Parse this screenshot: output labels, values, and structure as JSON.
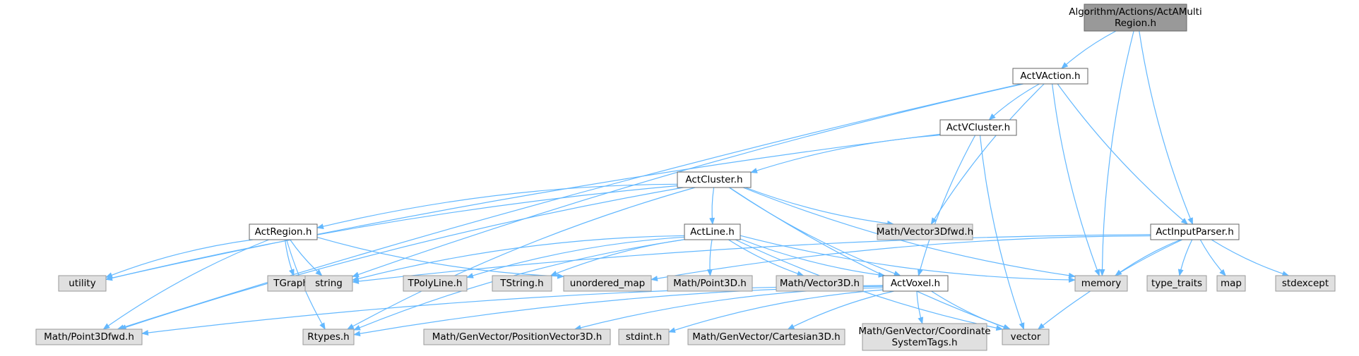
{
  "diagram": {
    "type": "include-dependency-graph",
    "edge_color": "#63b8ff",
    "styles": {
      "root": {
        "fill": "#999999",
        "stroke": "#666666"
      },
      "local": {
        "fill": "#ffffff",
        "stroke": "#666666"
      },
      "external": {
        "fill": "#e0e0e0",
        "stroke": "#999999"
      }
    },
    "nodes": [
      {
        "id": "root",
        "style": "root",
        "lines": [
          "Algorithm/Actions/ActAMulti",
          "Region.h"
        ]
      },
      {
        "id": "actvaction",
        "style": "local",
        "lines": [
          "ActVAction.h"
        ]
      },
      {
        "id": "actvcluster",
        "style": "local",
        "lines": [
          "ActVCluster.h"
        ]
      },
      {
        "id": "actcluster",
        "style": "local",
        "lines": [
          "ActCluster.h"
        ]
      },
      {
        "id": "actregion",
        "style": "local",
        "lines": [
          "ActRegion.h"
        ]
      },
      {
        "id": "actline",
        "style": "local",
        "lines": [
          "ActLine.h"
        ]
      },
      {
        "id": "actinputparser",
        "style": "local",
        "lines": [
          "ActInputParser.h"
        ]
      },
      {
        "id": "actvoxel",
        "style": "local",
        "lines": [
          "ActVoxel.h"
        ]
      },
      {
        "id": "mathvec3fwd",
        "style": "external",
        "lines": [
          "Math/Vector3Dfwd.h"
        ]
      },
      {
        "id": "utility",
        "style": "external",
        "lines": [
          "utility"
        ]
      },
      {
        "id": "tgraph",
        "style": "external",
        "lines": [
          "TGraph.h"
        ]
      },
      {
        "id": "string",
        "style": "external",
        "lines": [
          "string"
        ]
      },
      {
        "id": "tpolyline",
        "style": "external",
        "lines": [
          "TPolyLine.h"
        ]
      },
      {
        "id": "tstring",
        "style": "external",
        "lines": [
          "TString.h"
        ]
      },
      {
        "id": "unordered_map",
        "style": "external",
        "lines": [
          "unordered_map"
        ]
      },
      {
        "id": "mathpoint3d",
        "style": "external",
        "lines": [
          "Math/Point3D.h"
        ]
      },
      {
        "id": "mathvector3d",
        "style": "external",
        "lines": [
          "Math/Vector3D.h"
        ]
      },
      {
        "id": "memory",
        "style": "external",
        "lines": [
          "memory"
        ]
      },
      {
        "id": "type_traits",
        "style": "external",
        "lines": [
          "type_traits"
        ]
      },
      {
        "id": "map",
        "style": "external",
        "lines": [
          "map"
        ]
      },
      {
        "id": "stdexcept",
        "style": "external",
        "lines": [
          "stdexcept"
        ]
      },
      {
        "id": "mathpoint3dfwd",
        "style": "external",
        "lines": [
          "Math/Point3Dfwd.h"
        ]
      },
      {
        "id": "rtypes",
        "style": "external",
        "lines": [
          "Rtypes.h"
        ]
      },
      {
        "id": "posvec",
        "style": "external",
        "lines": [
          "Math/GenVector/PositionVector3D.h"
        ]
      },
      {
        "id": "stdint",
        "style": "external",
        "lines": [
          "stdint.h"
        ]
      },
      {
        "id": "cart3d",
        "style": "external",
        "lines": [
          "Math/GenVector/Cartesian3D.h"
        ]
      },
      {
        "id": "coordtags",
        "style": "external",
        "lines": [
          "Math/GenVector/Coordinate",
          "SystemTags.h"
        ]
      },
      {
        "id": "vector",
        "style": "external",
        "lines": [
          "vector"
        ]
      }
    ],
    "edges": [
      [
        "root",
        "actvaction"
      ],
      [
        "root",
        "memory"
      ],
      [
        "root",
        "actinputparser"
      ],
      [
        "actvaction",
        "mathpoint3dfwd"
      ],
      [
        "actvaction",
        "string"
      ],
      [
        "actvaction",
        "actvcluster"
      ],
      [
        "actvaction",
        "mathvec3fwd"
      ],
      [
        "actvaction",
        "memory"
      ],
      [
        "actvaction",
        "actinputparser"
      ],
      [
        "actvcluster",
        "utility"
      ],
      [
        "actvcluster",
        "actcluster"
      ],
      [
        "actvcluster",
        "actvoxel"
      ],
      [
        "actvcluster",
        "vector"
      ],
      [
        "actcluster",
        "utility"
      ],
      [
        "actcluster",
        "mathpoint3dfwd"
      ],
      [
        "actcluster",
        "actregion"
      ],
      [
        "actcluster",
        "rtypes"
      ],
      [
        "actcluster",
        "actline"
      ],
      [
        "actcluster",
        "mathvec3fwd"
      ],
      [
        "actcluster",
        "actvoxel"
      ],
      [
        "actcluster",
        "vector"
      ],
      [
        "actcluster",
        "memory"
      ],
      [
        "actregion",
        "utility"
      ],
      [
        "actregion",
        "mathpoint3dfwd"
      ],
      [
        "actregion",
        "tgraph"
      ],
      [
        "actregion",
        "string"
      ],
      [
        "actregion",
        "rtypes"
      ],
      [
        "actregion",
        "unordered_map"
      ],
      [
        "actline",
        "string"
      ],
      [
        "actline",
        "rtypes"
      ],
      [
        "actline",
        "tpolyline"
      ],
      [
        "actline",
        "tstring"
      ],
      [
        "actline",
        "mathpoint3d"
      ],
      [
        "actline",
        "mathvector3d"
      ],
      [
        "actline",
        "actvoxel"
      ],
      [
        "actline",
        "memory"
      ],
      [
        "actline",
        "vector"
      ],
      [
        "actinputparser",
        "string"
      ],
      [
        "actinputparser",
        "unordered_map"
      ],
      [
        "actinputparser",
        "memory"
      ],
      [
        "actinputparser",
        "type_traits"
      ],
      [
        "actinputparser",
        "map"
      ],
      [
        "actinputparser",
        "stdexcept"
      ],
      [
        "actinputparser",
        "vector"
      ],
      [
        "actvoxel",
        "mathpoint3dfwd"
      ],
      [
        "actvoxel",
        "rtypes"
      ],
      [
        "actvoxel",
        "posvec"
      ],
      [
        "actvoxel",
        "stdint"
      ],
      [
        "actvoxel",
        "cart3d"
      ],
      [
        "actvoxel",
        "coordtags"
      ],
      [
        "actvoxel",
        "vector"
      ]
    ]
  }
}
